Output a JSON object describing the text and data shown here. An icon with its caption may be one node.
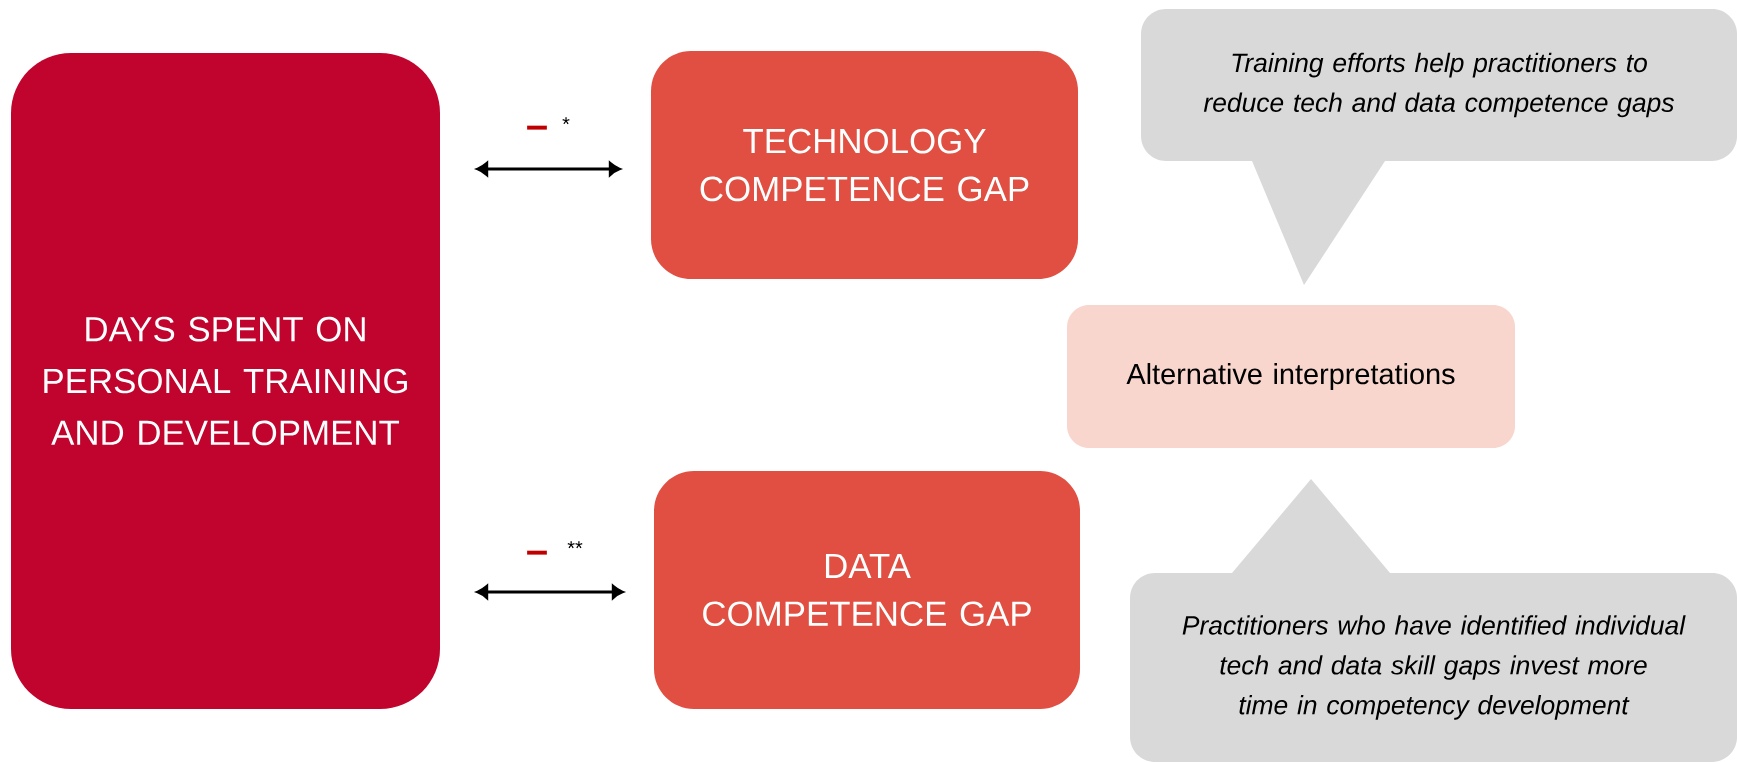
{
  "diagram": {
    "nodes": [
      {
        "text": [
          "DAYS SPENT ON PERSONAL TRAINING AND DEVELOPMENT"
        ]
      },
      {
        "text": [
          "TECHNOLOGY COMPETENCE GAP"
        ]
      },
      {
        "text": [
          "DATA COMPETENCE GAP"
        ]
      },
      {
        "text": [
          "Training efforts help practitioners to reduce tech and data competence gaps"
        ]
      },
      {
        "text": [
          "Alternative interpretations"
        ]
      },
      {
        "text": [
          "Practitioners who have identified individual tech and data skill gaps invest more time in competency development"
        ]
      }
    ],
    "edges": [
      {
        "from": 0,
        "to": 1,
        "arrow": "both",
        "label": "–"
      },
      {
        "from": 0,
        "to": 2,
        "arrow": "both",
        "label": "–"
      }
    ],
    "labels": [
      "*",
      "**"
    ]
  }
}
